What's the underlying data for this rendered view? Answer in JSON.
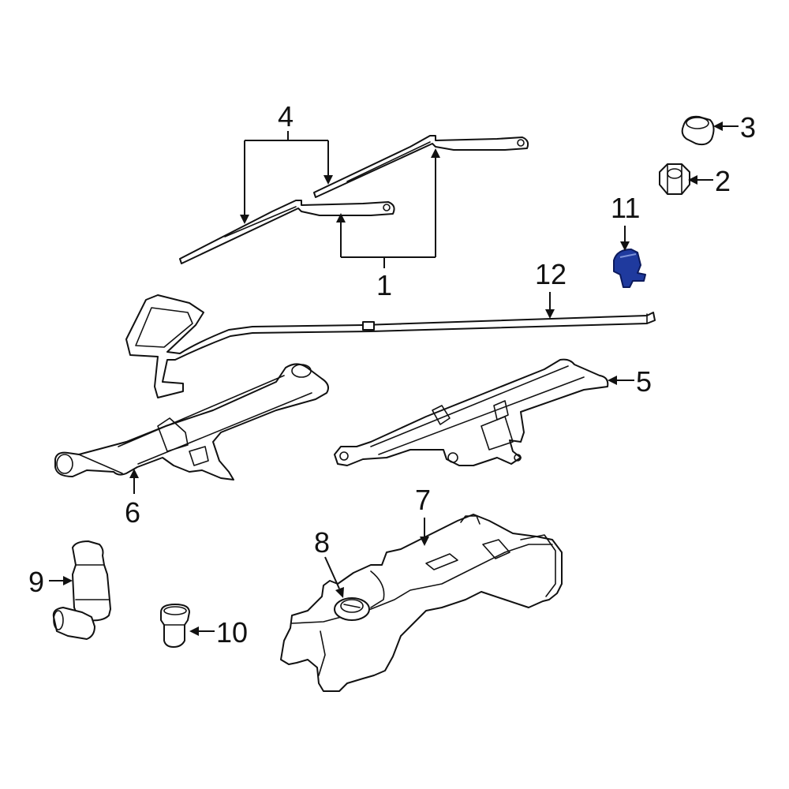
{
  "diagram": {
    "callouts": [
      {
        "id": "1",
        "label": "1"
      },
      {
        "id": "2",
        "label": "2"
      },
      {
        "id": "3",
        "label": "3"
      },
      {
        "id": "4",
        "label": "4"
      },
      {
        "id": "5",
        "label": "5"
      },
      {
        "id": "6",
        "label": "6"
      },
      {
        "id": "7",
        "label": "7"
      },
      {
        "id": "8",
        "label": "8"
      },
      {
        "id": "9",
        "label": "9"
      },
      {
        "id": "10",
        "label": "10"
      },
      {
        "id": "11",
        "label": "11"
      },
      {
        "id": "12",
        "label": "12"
      }
    ],
    "highlighted_part": "11",
    "colors": {
      "line": "#111111",
      "background": "#ffffff",
      "highlight": "#1f3a9e"
    }
  }
}
